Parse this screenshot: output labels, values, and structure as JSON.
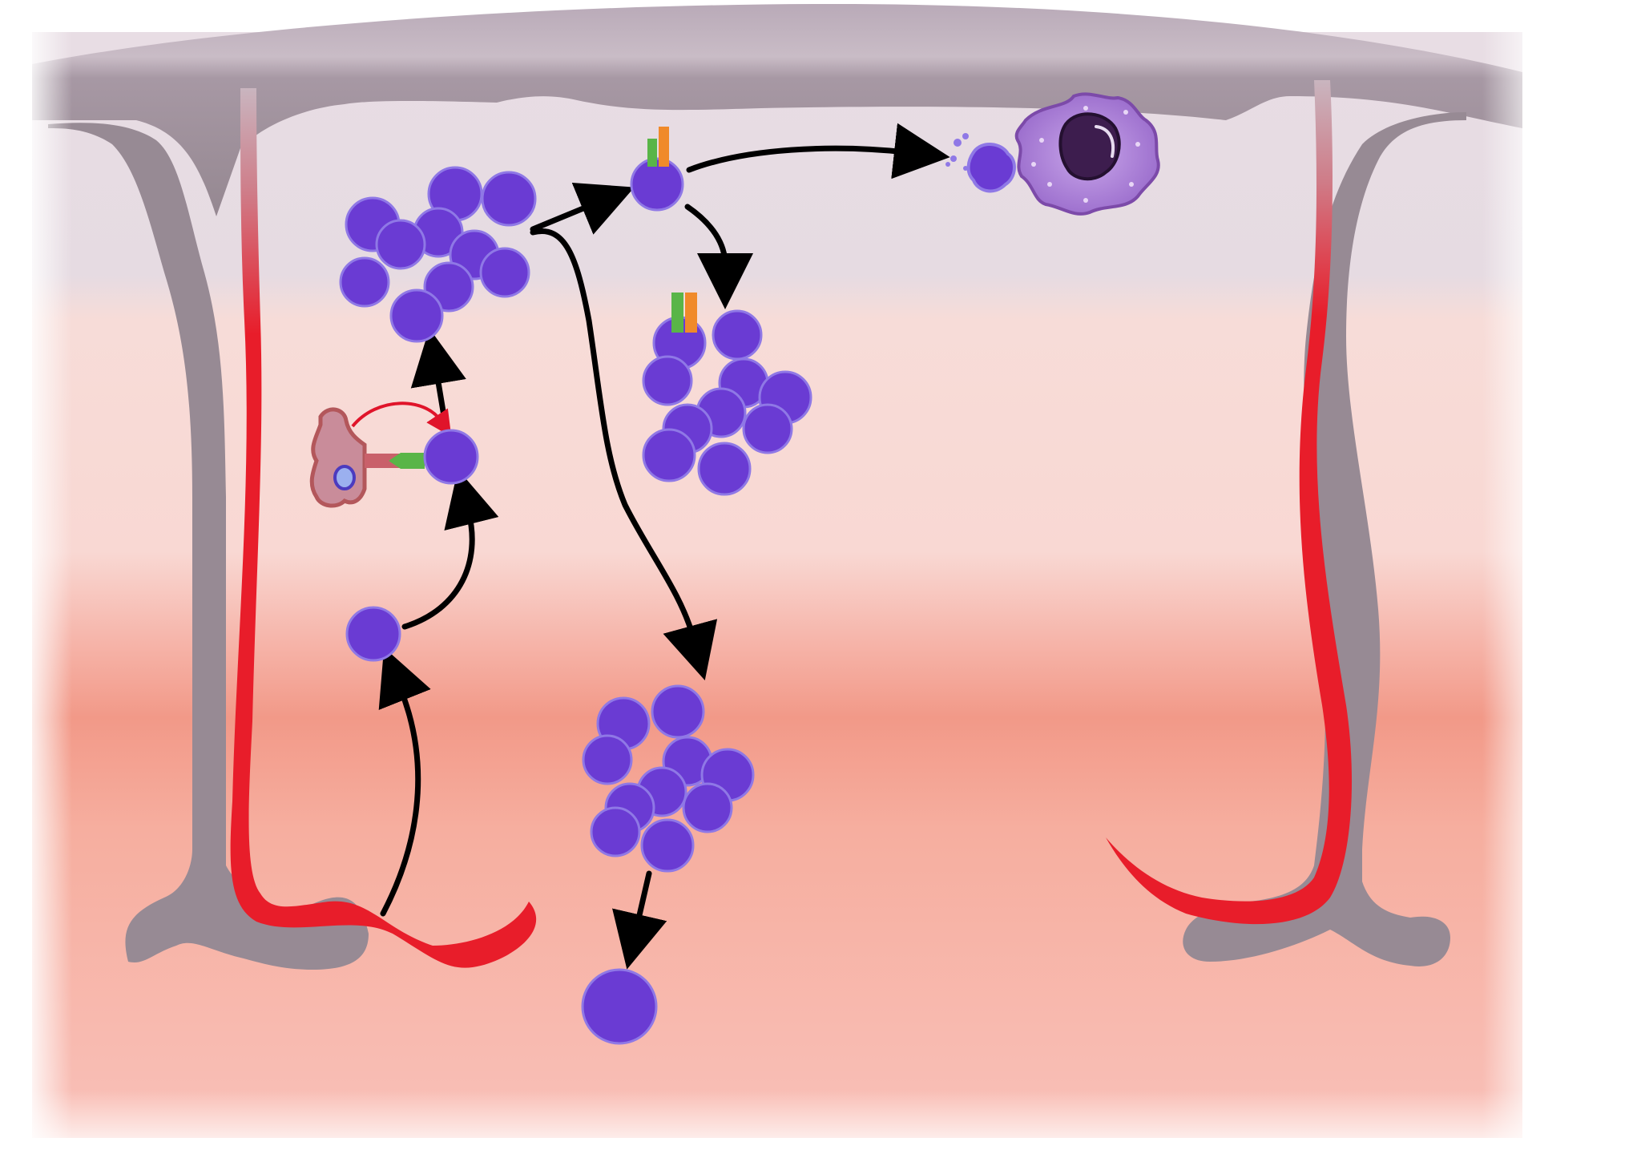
{
  "diagram": {
    "labels": [],
    "colors": {
      "tissue_top": "#b9aab8",
      "tissue_light": "#e4d9e0",
      "tissue_pink": "#f7c9c2",
      "tissue_band": "#f29a88",
      "vessel": "#e81d2a",
      "cell_fill": "#6a3bd3",
      "cell_stroke": "#8f78e6",
      "arrow": "#000000",
      "receptor_green": "#59b548",
      "receptor_orange": "#f08a2a",
      "signal_red": "#e0142a",
      "presenting_cell": "#c98c9a",
      "phagocyte": "#b58ad9",
      "phagocyte_nucleus": "#3d1d4e"
    },
    "elements": {
      "cell_cluster": "cell-cluster",
      "activated_cell": "activated-cell",
      "presenting_cell": "antigen-presenting-cell",
      "phagocyte": "phagocyte-cell",
      "vessel": "blood-vessel"
    }
  }
}
